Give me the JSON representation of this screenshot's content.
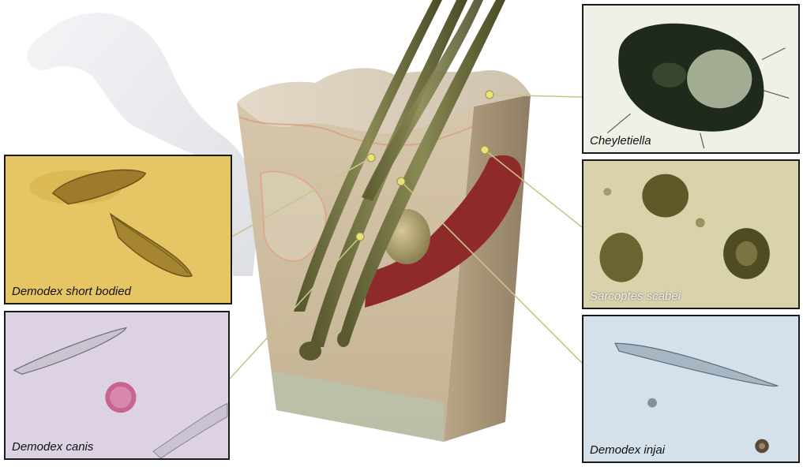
{
  "panels": {
    "demodex_short": {
      "label": "Demodex short bodied"
    },
    "demodex_canis": {
      "label": "Demodex canis"
    },
    "cheyletiella": {
      "label": "Cheyletiella"
    },
    "sarcoptes": {
      "label": "Sarcoptes scabei"
    },
    "demodex_injai": {
      "label": "Demodex injai"
    }
  },
  "colors": {
    "skin": "#cdbb9f",
    "skin_dark": "#a89578",
    "hair": "#6b6a3a",
    "vessel": "#8e2a2a",
    "pointer": "#e9e27a",
    "leader_line": "#c9c48a"
  }
}
